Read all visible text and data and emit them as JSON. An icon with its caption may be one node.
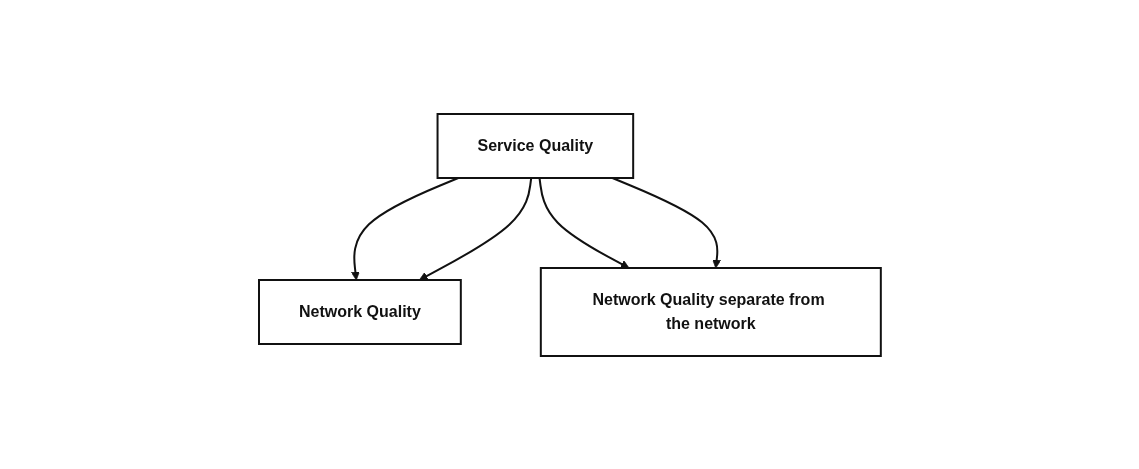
{
  "diagram": {
    "nodes": [
      {
        "text": [
          "Service Quality"
        ]
      },
      {
        "text": [
          "Network Quality"
        ]
      },
      {
        "text": [
          "Network Quality separate from the network"
        ]
      }
    ],
    "edges": [
      {
        "from": 0,
        "to": 1,
        "arrow": "to"
      },
      {
        "from": 0,
        "to": 1,
        "arrow": "to"
      },
      {
        "from": 0,
        "to": 2,
        "arrow": "to"
      },
      {
        "from": 0,
        "to": 2,
        "arrow": "to"
      }
    ]
  }
}
